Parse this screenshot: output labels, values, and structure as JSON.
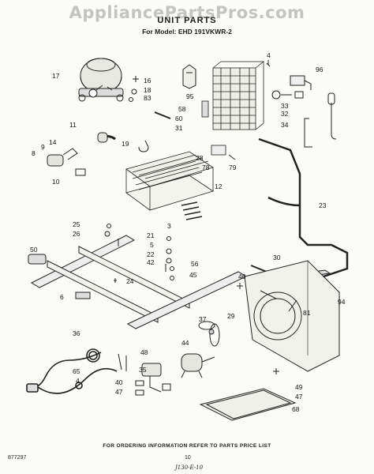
{
  "watermark": "AppliancePartsPros.com",
  "title": "UNIT PARTS",
  "model_line": "For Model: EHD 191VKWR-2",
  "footer_note": "FOR ORDERING INFORMATION REFER TO PARTS PRICE LIST",
  "figure_number": "877297",
  "page_number": "10",
  "handwritten_note": "J130-E-10",
  "callouts": [
    {
      "id": "c17",
      "text": "17"
    },
    {
      "id": "c16",
      "text": "16"
    },
    {
      "id": "c18",
      "text": "18"
    },
    {
      "id": "c83",
      "text": "83"
    },
    {
      "id": "c95",
      "text": "95"
    },
    {
      "id": "c58",
      "text": "58"
    },
    {
      "id": "c60",
      "text": "60"
    },
    {
      "id": "c31",
      "text": "31"
    },
    {
      "id": "c4a",
      "text": "4"
    },
    {
      "id": "c96",
      "text": "96"
    },
    {
      "id": "c33",
      "text": "33"
    },
    {
      "id": "c32",
      "text": "32"
    },
    {
      "id": "c34",
      "text": "34"
    },
    {
      "id": "c11",
      "text": "11"
    },
    {
      "id": "c14",
      "text": "14"
    },
    {
      "id": "c9",
      "text": "9"
    },
    {
      "id": "c8",
      "text": "8"
    },
    {
      "id": "c10",
      "text": "10"
    },
    {
      "id": "c19",
      "text": "19"
    },
    {
      "id": "c28",
      "text": "28"
    },
    {
      "id": "c78",
      "text": "78"
    },
    {
      "id": "c79",
      "text": "79"
    },
    {
      "id": "c12",
      "text": "12"
    },
    {
      "id": "c3",
      "text": "3"
    },
    {
      "id": "c23",
      "text": "23"
    },
    {
      "id": "c25",
      "text": "25"
    },
    {
      "id": "c26",
      "text": "26"
    },
    {
      "id": "c21",
      "text": "21"
    },
    {
      "id": "c5",
      "text": "5"
    },
    {
      "id": "c22",
      "text": "22"
    },
    {
      "id": "c42",
      "text": "42"
    },
    {
      "id": "c56",
      "text": "56"
    },
    {
      "id": "c50",
      "text": "50"
    },
    {
      "id": "c24",
      "text": "24"
    },
    {
      "id": "c6",
      "text": "6"
    },
    {
      "id": "c45",
      "text": "45"
    },
    {
      "id": "c30",
      "text": "30"
    },
    {
      "id": "c46",
      "text": "46"
    },
    {
      "id": "c94",
      "text": "94"
    },
    {
      "id": "c37",
      "text": "37"
    },
    {
      "id": "c29",
      "text": "29"
    },
    {
      "id": "c81",
      "text": "81"
    },
    {
      "id": "c36",
      "text": "36"
    },
    {
      "id": "c48",
      "text": "48"
    },
    {
      "id": "c44",
      "text": "44"
    },
    {
      "id": "c35",
      "text": "35"
    },
    {
      "id": "c65",
      "text": "65"
    },
    {
      "id": "c4b",
      "text": "4"
    },
    {
      "id": "c40",
      "text": "40"
    },
    {
      "id": "c47a",
      "text": "47"
    },
    {
      "id": "c49",
      "text": "49"
    },
    {
      "id": "c47b",
      "text": "47"
    },
    {
      "id": "c68",
      "text": "68"
    }
  ]
}
